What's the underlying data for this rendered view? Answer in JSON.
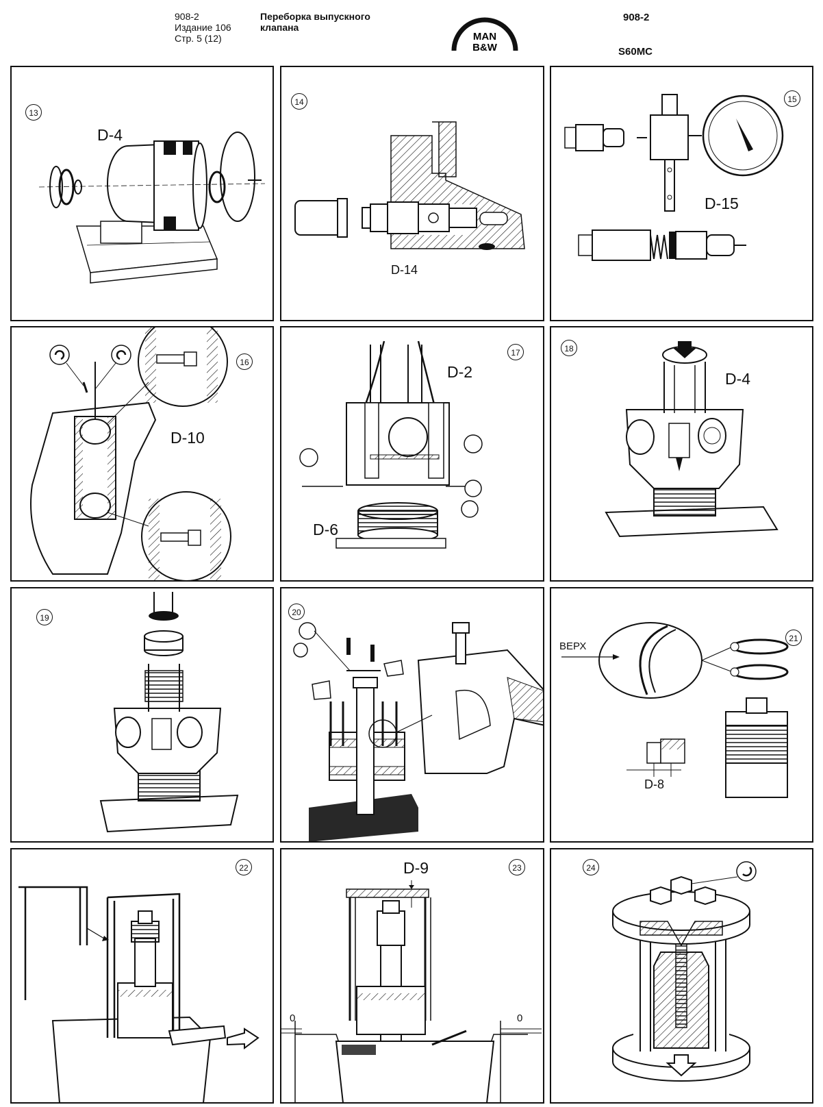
{
  "header": {
    "doc_code": "908-2",
    "edition": "Издание 106",
    "page": "Стр. 5 (12)",
    "title_line1": "Переборка выпускного",
    "title_line2": "клапана",
    "doc_code_right": "908-2",
    "engine_model": "S60MC",
    "logo_top": "MAN",
    "logo_bottom": "B&W"
  },
  "panels": [
    {
      "num": "13",
      "labels": [
        "D-4"
      ]
    },
    {
      "num": "14",
      "labels": [
        "D-14"
      ]
    },
    {
      "num": "15",
      "labels": [
        "D-15"
      ]
    },
    {
      "num": "16",
      "labels": [
        "D-10"
      ]
    },
    {
      "num": "17",
      "labels": [
        "D-2",
        "D-6"
      ]
    },
    {
      "num": "18",
      "labels": [
        "D-4"
      ]
    },
    {
      "num": "19",
      "labels": []
    },
    {
      "num": "20",
      "labels": []
    },
    {
      "num": "21",
      "labels": [
        "ВЕРХ",
        "D-8"
      ]
    },
    {
      "num": "22",
      "labels": []
    },
    {
      "num": "23",
      "labels": [
        "D-9",
        "0",
        "0"
      ]
    },
    {
      "num": "24",
      "labels": []
    }
  ]
}
